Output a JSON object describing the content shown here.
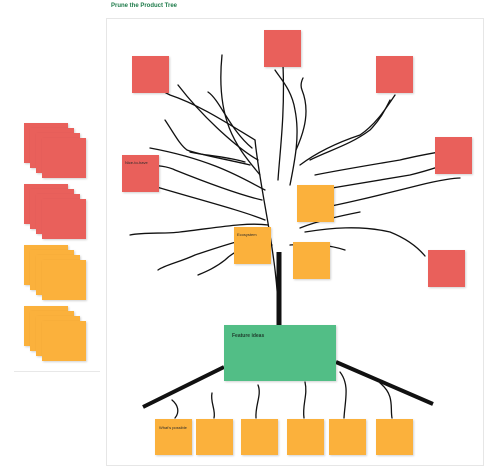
{
  "board": {
    "title": "Prune the Product Tree"
  },
  "notes": {
    "red_label": "Nice-to-have",
    "orange_label": "Ecosystem",
    "green_label": "Feature ideas",
    "bottom_label": "What's possible"
  },
  "colors": {
    "red": "#e9605b",
    "orange": "#fbb13c",
    "green": "#52be86",
    "branch": "#111111",
    "title": "#1e7b4a"
  }
}
